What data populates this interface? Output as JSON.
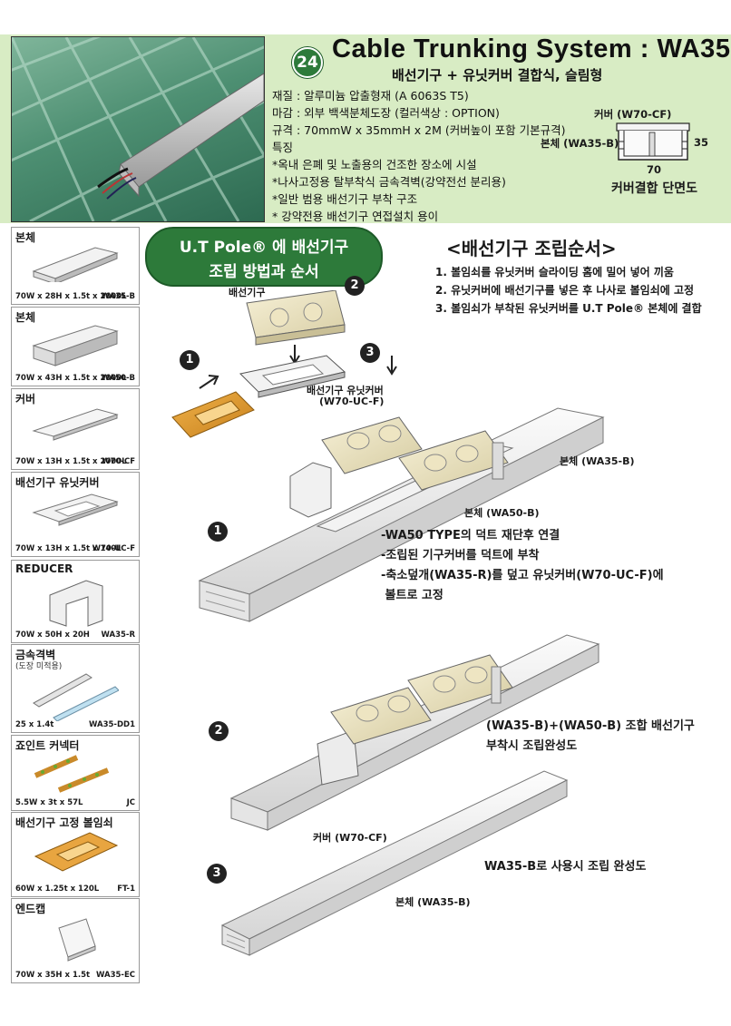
{
  "header": {
    "badge": "24",
    "title": "Cable Trunking System : WA35",
    "subtitle": "배선기구 + 유닛커버 결합식, 슬림형",
    "specs": [
      "재질 : 알루미늄 압출형재 (A 6063S T5)",
      "마감 : 외부 백색분체도장 (컬러색상 : OPTION)",
      "규격 : 70mmW x 35mmH x 2M (커버높이 포함 기본규격)",
      "특징",
      "*옥내 은폐 및 노출용의 건조한 장소에 시설",
      "*나사고정용 탈부착식 금속격벽(강약전선 분리용)",
      "*일반 범용 배선기구 부착 구조",
      "* 강약전용 배선기구 연접설치 용이"
    ]
  },
  "cross_section": {
    "cover_label": "커버 (W70-CF)",
    "body_label": "본체 (WA35-B)",
    "height": "35",
    "width": "70",
    "caption": "커버결합 단면도"
  },
  "sidebar": [
    {
      "title": "본체",
      "sub": "",
      "dim": "70W x 28H x 1.5t x 2000L",
      "code": "WA35-B"
    },
    {
      "title": "본체",
      "sub": "",
      "dim": "70W x 43H x 1.5t x 2000L",
      "code": "WA50-B"
    },
    {
      "title": "커버",
      "sub": "",
      "dim": "70W x 13H x 1.5t x 2000L",
      "code": "W70-CF"
    },
    {
      "title": "배선기구 유닛커버",
      "sub": "",
      "dim": "70W x 13H x 1.5t x 140L",
      "code": "W70-UC-F"
    },
    {
      "title": "REDUCER",
      "sub": "",
      "dim": "70W x 50H x 20H",
      "code": "WA35-R"
    },
    {
      "title": "금속격벽",
      "sub": "(도장 미적용)",
      "dim": "25 x 1.4t",
      "code": "WA35-DD1"
    },
    {
      "title": "죠인트 커넥터",
      "sub": "",
      "dim": "5.5W x 3t x 57L",
      "code": "JC"
    },
    {
      "title": "배선기구 고정 볼임쇠",
      "sub": "",
      "dim": "60W x 1.25t x 120L",
      "code": "FT-1"
    },
    {
      "title": "엔드캡",
      "sub": "",
      "dim": "70W x 35H x 1.5t",
      "code": "WA35-EC"
    }
  ],
  "main": {
    "pill_line1": "U.T Pole® 에 배선기구",
    "pill_line2": "조립 방법과 순서",
    "order_title": "<배선기구 조립순서>",
    "order_items": [
      "1. 볼임쇠를 유닛커버 슬라이딩 홈에 밀어 넣어 끼움",
      "2. 유닛커버에 배선기구를 넣은 후 나사로 볼임쇠에 고정",
      "3. 볼임쇠가 부착된 유닛커버를 U.T Pole® 본체에 결합"
    ],
    "exploded": {
      "step1": "1",
      "step2": "2",
      "step3": "3",
      "device_label": "배선기구",
      "unit_cover_label": "배선기구 유닛커버",
      "unit_cover_code": "(W70-UC-F)"
    },
    "assembly1": {
      "number": "1",
      "body_wa35": "본체 (WA35-B)",
      "body_wa50": "본체 (WA50-B)",
      "notes": [
        "-WA50 TYPE의 덕트 재단후 연결",
        "-조립된 기구커버를 덕트에 부착",
        "-축소덮개(WA35-R)를 덮고 유닛커버(W70-UC-F)에",
        " 볼트로 고정"
      ]
    },
    "assembly2": {
      "number": "2",
      "notes": [
        "(WA35-B)+(WA50-B) 조합 배선기구",
        "부착시 조립완성도"
      ]
    },
    "assembly3": {
      "number": "3",
      "cover_label": "커버 (W70-CF)",
      "body_label": "본체 (WA35-B)",
      "note": "WA35-B로 사용시 조립 완성도"
    }
  }
}
